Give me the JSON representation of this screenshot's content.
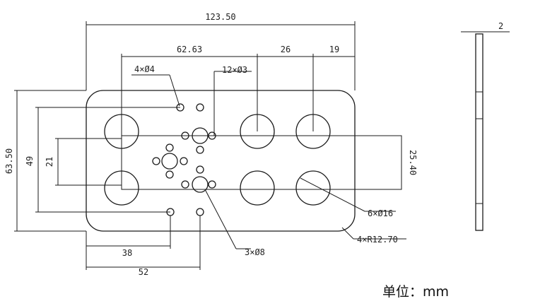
{
  "dimensions": {
    "overall_length": "123.50",
    "overall_width": "63.50",
    "hole_spacing_a": "62.63",
    "hole_spacing_b": "26",
    "edge_offset": "19",
    "pitch_49": "49",
    "pitch_21": "21",
    "pitch_25_40": "25.40",
    "offset_38": "38",
    "offset_52": "52",
    "thickness": "2"
  },
  "callouts": {
    "small_holes_4": "4×Ø4",
    "holes_12": "12×Ø3",
    "large_holes": "6×Ø16",
    "corner_radius": "4×R12.70",
    "holes_3": "3×Ø8"
  },
  "unit_label": "单位：mm"
}
